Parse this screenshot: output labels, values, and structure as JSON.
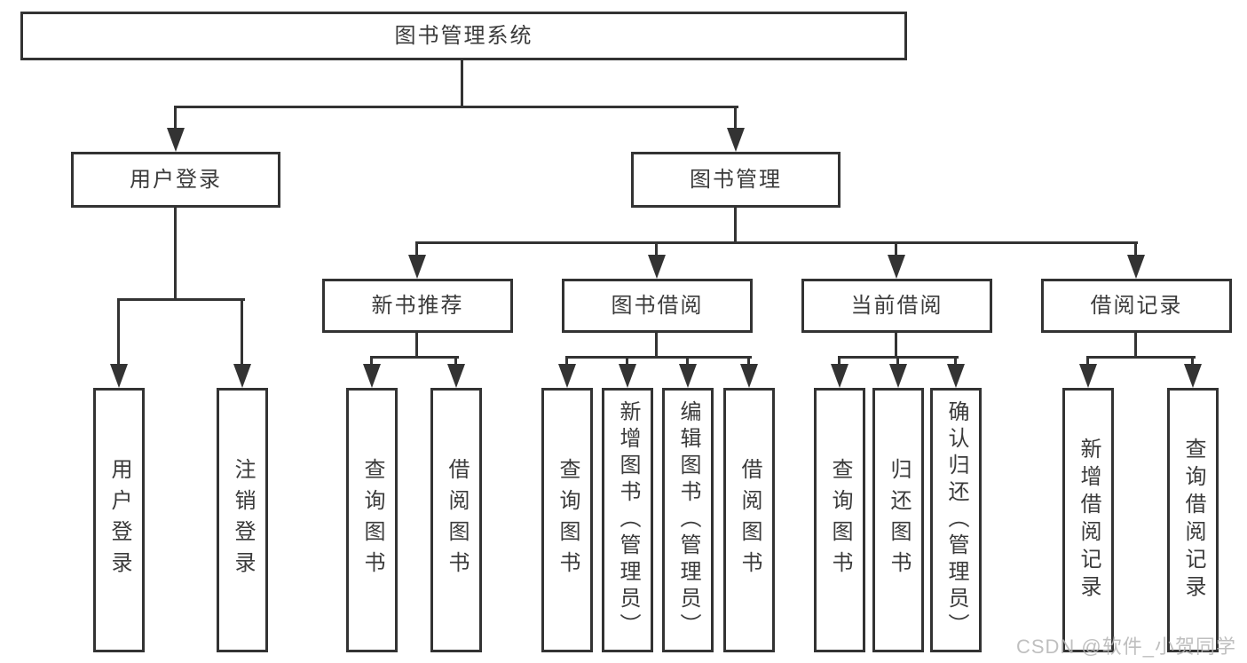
{
  "tree": {
    "root": {
      "label": "图书管理系统"
    },
    "children": [
      {
        "label": "用户登录",
        "children": [
          {
            "label": "用户登录"
          },
          {
            "label": "注销登录"
          }
        ]
      },
      {
        "label": "图书管理",
        "children": [
          {
            "label": "新书推荐",
            "children": [
              {
                "label": "查询图书"
              },
              {
                "label": "借阅图书"
              }
            ]
          },
          {
            "label": "图书借阅",
            "children": [
              {
                "label": "查询图书"
              },
              {
                "label": "新增图书（管理员）"
              },
              {
                "label": "编辑图书（管理员）"
              },
              {
                "label": "借阅图书"
              }
            ]
          },
          {
            "label": "当前借阅",
            "children": [
              {
                "label": "查询图书"
              },
              {
                "label": "归还图书"
              },
              {
                "label": "确认归还（管理员）"
              }
            ]
          },
          {
            "label": "借阅记录",
            "children": [
              {
                "label": "新增借阅记录"
              },
              {
                "label": "查询借阅记录"
              }
            ]
          }
        ]
      }
    ]
  },
  "watermark": "CSDN @软件_小贺同学",
  "colors": {
    "line": "#333333",
    "text": "#3b3b3b",
    "watermark": "#b5b5b5",
    "background": "#ffffff"
  }
}
